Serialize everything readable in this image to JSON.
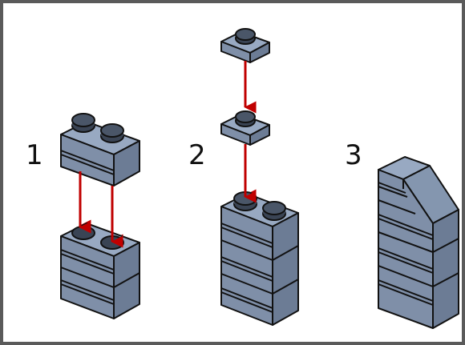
{
  "steps": [
    {
      "number": "1"
    },
    {
      "number": "2"
    },
    {
      "number": "3"
    }
  ],
  "colors": {
    "brick_front": "#7f8fa8",
    "brick_top": "#98a9c2",
    "brick_side": "#6c7c95",
    "outline": "#111111",
    "stud_dark": "#3a4454",
    "arrow": "#c00000",
    "background": "#ffffff",
    "frame": "#5a5a5a"
  },
  "icons": [
    "brick-1x2-icon",
    "plate-1x1-icon",
    "down-arrow-icon",
    "slope-brick-icon"
  ]
}
